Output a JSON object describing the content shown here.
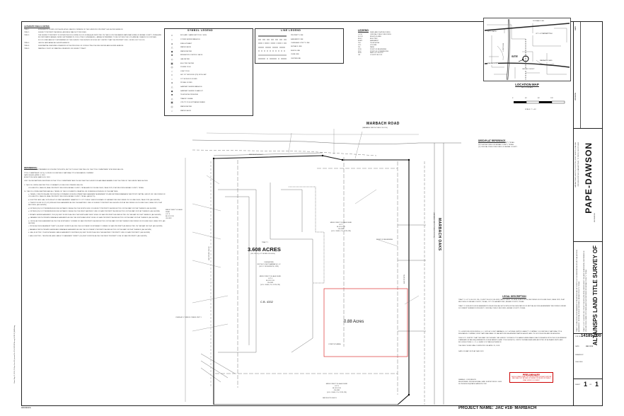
{
  "notes": {
    "title": "ALTA/NSPS TABLE A NOTES:",
    "items": [
      {
        "id": "ITEM 1:",
        "text": "MONUMENTS FOUND OR PLACED AT ALL MAJOR CORNERS OF THE SURVEYED PROPERTY AS SHOWN HEREON."
      },
      {
        "id": "ITEM 2:",
        "text": "SUBJECT PROPERTY ADDRESS: ADDRESS WAS NOT PROVIDED."
      },
      {
        "id": "ITEM 3:",
        "text": "THE SUBJECT PROPERTY IS WITHIN THE FOLLOWING FLOOD ZONE(S) AS DEPICTED ON THE FLOOD INSURANCE RATE MAP (FIRM) OF BEXAR COUNTY, TEXAS AND INCORPORATED AREAS, DATED SEPTEMBER 29, 2010: ZONE X (UNSHADED) - AREAS DETERMINED TO BE OUTSIDE THE 0.2% ANNUAL CHANCE FLOODPLAIN."
      },
      {
        "id": "",
        "text": "FLOOD LINES ARE NOT DETERMINED BY THIS SURVEY. THE SURVEYOR DOES NOT CERTIFY THAT THE PROPERTY WILL OR WILL NOT FLOOD."
      },
      {
        "id": "ITEM 4:",
        "text": "GROSS LAND AREA: AS SHOWN HEREON."
      },
      {
        "id": "ITEM 8:",
        "text": "SUBSTANTIAL FEATURES OBSERVED IN THE PROCESS OF CONDUCTING THE FIELDWORK ARE SHOWN HEREON."
      },
      {
        "id": "ITEM 9:",
        "text": "PARKING COUNT: NO PARKING OBSERVED ON SUBJECT TRACT."
      }
    ]
  },
  "symbol_legend": {
    "title": "SYMBOL LEGEND",
    "items": [
      "BOLLARD / HANDICAP POLE / SIGN",
      "STORM SEWER MANHOLE",
      "FIRE HYDRANT",
      "WATER VALVE",
      "WATER METER",
      "IRRIGATION CONTROL VALVE",
      "GAS METER",
      "ELECTRIC METER",
      "POWER POLE",
      "LIGHT POLE",
      "SET 1/2\" IRON ROD (PD) WITH CAP",
      "1/2\" IRON ROD FOUND",
      "PK NAIL FOUND",
      "SANITARY SEWER MANHOLE",
      "SANITARY SEWER CLEANOUT",
      "TELEPHONE PEDESTAL",
      "TRAFFIC SIGNAL",
      "UTILITY POLE W/TRANSFORMER",
      "WATER METER",
      "WATER VALVE"
    ]
  },
  "line_legend": {
    "title": "LINE LEGEND",
    "items": [
      "PROPERTY LINE",
      "EASEMENT LINE",
      "OVERHEAD UTILITY LINE",
      "SETBACK LINE",
      "FENCE LINE",
      "CURB LINE",
      "CENTERLINE"
    ]
  },
  "abbrev_legend": {
    "title": "LEGEND",
    "items": [
      [
        "D.P.R.",
        "DEED AND PLAT RECORDS"
      ],
      [
        "O.P.R.",
        "OFFICIAL PUBLIC RECORDS"
      ],
      [
        "R.O.W.",
        "RIGHT-OF-WAY"
      ],
      [
        "ELEC.",
        "ELECTRIC"
      ],
      [
        "ESMT.",
        "EASEMENT"
      ],
      [
        "TEL.",
        "TELEPHONE"
      ],
      [
        "VOL.",
        "VOLUME"
      ],
      [
        "PG.",
        "PAGE"
      ],
      [
        "POB",
        "POINT OF BEGINNING"
      ],
      [
        "POC",
        "POINT OF COMMENCING"
      ],
      [
        "NCB",
        "NEW CITY BLOCK"
      ],
      [
        "CB",
        "COUNTY BLOCK"
      ]
    ]
  },
  "location_map": {
    "labels": {
      "potranco": "POTRANCO RD",
      "city_limits": "CITY LIMITS",
      "city_sa": "CITY OF SAN ANTONIO",
      "site": "SITE",
      "bexar": "BEXAR COUNTY",
      "marbach_oaks": "MARBACH OAKS",
      "loop": "LOOP 1604",
      "marbach_rd": "MARBACH RD"
    },
    "title": "LOCATION MAP",
    "subtitle": "NOT-TO-SCALE"
  },
  "scale": {
    "ticks": [
      "0'",
      "40'",
      "80'",
      "120'"
    ],
    "text": "SCALE: 1\" = 40'"
  },
  "references": {
    "title": "REFERENCES:",
    "intro": "THIS SURVEY WAS PREPARED IN CONJUNCTION WITH, BUT NOT SOLELY RELYING ON, THE TITLE COMMITMENT SPECIFIED BELOW:",
    "commitment": [
      "TITLE COMMITMENT:  GF No. 1015549    OLD REPUBLIC NATIONAL TITLE INSURANCE COMPANY",
      "DATE ISSUED:  APRIL 9, 2019",
      "EFFECTIVE DATE: MARCH 26, 2019"
    ],
    "note": "ONLY THOSE MATTERS IDENTIFIED IN THE TITLE COMMITMENT AND THOSE THAT THE SURVEYOR HAS MADE AWARE OF AT THE TIME OF THE SURVEY ARE SHOWN.",
    "sched": [
      "1.  THE FOLLOWING RESTRICTIVE COVENANTS OF RECORD ITEMIZED BELOW:",
      "VOLUME 9716, PAGE 98, REAL PROPERTY RECORDS BEXAR COUNTY, TEXAS AND IN VOLUME 20001, PAGE 2378, PLAT RECORDS BEXAR COUNTY, TEXAS.",
      "10.  THE FOLLOWING MATTERS AND ALL TERMS OF THE DOCUMENTS CREATING OR OFFERING EVIDENCE OF THE MATTERS:",
      "a.  TERMS, CONDITIONS AND PROVISIONS CONTAINED IN DEVELOPMENT AND EASEMENT AGREEMENT BY AND BETWEEN MARBACH WESTPORT CAPITAL GROUP, INC. RECORDED IN VOLUME 9716, PAGE 98, REAL PROPERTY RECORDS BEXAR COUNTY, TEXAS. (AFFECTS)",
      "b.  ELECTRIC AND GAS, WITH RIGHT OF WAY EASEMENT GRANTED TO CITY PUBLIC SERVICE BOARD OF SAN ANTONIO RECORDED IN VOLUME 20001, PAGE 2378. (AS SHOWN)",
      "c.  TWENTY-FOUR FOOT (24') WIDE ACCESS EASEMENT ALONG THE EASTERLY LINE OF SUBJECT PROPERTY AS SHOWN ON PLAT RECORDED IN VOLUME 20001, PAGE 2378, PLAT RECORDS. (AS SHOWN)",
      "d.  FIFTEEN (15) FOOT MINIMUM BUILDING SETBACK LINE ALONG THE NORTH SIDE OF SUBJECT PROPERTY, AS REFLECTED ON THE MAP OR PLAT THEREOF. (AS SHOWN)",
      "e.  FIFTEEN (15) FOOT MINIMUM BUILDING SETBACK LINE ALONG THE WEST EASTERLY LINE OF SAID PROPERTY AS REFLECTED ON THE MAP OR PLAT THEREOF. (AS SHOWN)",
      "f.  PRIVATE SEWER EASEMENT, TEN (10) FEET IN WIDTH ALONG THE NORTH AND WEST SIDES OF SAID PROPERTY AS REFLECTED ON THE MAP OR PLAT THEREOF. (AS SHOWN)",
      "g.  VARIABLE WIDTH PRIVATE DRAINAGE EASEMENT ALONG THE NORTH AND WEST SIDES OF SAID PROPERTY AS REFLECTED ON THE MAP OR PLAT THEREOF. (AS SHOWN)",
      "h.  CROSS ACCESS EASEMENT ALONG THE NORTHERLY CORNER OF SAID PROPERTY, AS REFLECTED ON THE MAP OR PLAT THEREOF RECORDED IN VOLUME 20001, PAGE 2378. (AS SHOWN)",
      "i.  CROSS ACCESS EASEMENT THIRTY (30) FEET IN WIDTH ALONG THE SOUTHERLY NORTHEAST CORNER OF SAID PROPERTY AS REFLECTED ON THE MAP OR PLAT. (AS SHOWN)",
      "j.  VARIABLE WIDTH PRIVATE SEWER AND DRAINAGE EASEMENT ALONG THE SOUTHERLY PROPERTY AS REFLECTED ON THE MAP OR PLAT THEREOF. (AS SHOWN)",
      "k.  GAS, ELECTRIC, TELEPHONE AND CABLE EASEMENT FOURTEEN (14) FEET IN WIDTH ALONG THE EASTERLY PROPERTY LINE OF SAID PROPERTY. (AS SHOWN)",
      "l.  GAS, ELECTRIC, TELEPHONE, AND CABLE TV EASEMENT TWENTY (20) FEET IN WIDTH ALONG THE WEST PROPERTY LINE OF SAID PROPERTY. (AS SHOWN)"
    ]
  },
  "deed_ref": {
    "title": "DEED/PLAT REFERENCE",
    "items": [
      "(D) DEED RECORDS OF BEXAR COUNTY, TEXAS",
      "(P) PLAT RECORDS OF BEXAR COUNTY, TEXAS",
      "(O) OFFICIAL PUBLIC RECORDS OF BEXAR COUNTY"
    ]
  },
  "legal": {
    "title": "LEGAL DESCRIPTION",
    "tract1": "TRACT 1:  LOT 6, BLOCK 126, COUNTY BLOCK (CB 4332), MEDIO WEST VILLAGE SUBDIVISION, RECORDED IN VOLUME 20001, PAGE 2378, PLAT RECORDS OF BEXAR COUNTY, TEXAS, CITY OF SAN ANTONIO, BEXAR COUNTY, TEXAS.",
    "tract2": "TRACT 2:  NON-EXCLUSIVE EASEMENT FOR ACCESS AS SET FORTH IN THE DEDICATION OF MUTUAL ACCESS AGREEMENT RECORDED UNDER DOCUMENT NUMBER 20190108372, OFFICIAL PUBLIC RECORDS, BEXAR COUNTY, TEXAS."
  },
  "certification": {
    "text": "TO: HORIZONS WORLDWIDE, LLC, JUST A CLOSET MARBACH, LLC, A TEXAS LIMITED LIABILITY COMPANY, OLD REPUBLIC NATIONAL TITLE INSURANCE COMPANY, FIRST NATIONAL BANK OF SAN ANTONIO AS ADMINISTRATIVE AGENT, AND ITS SUCCESSORS AND/OR ASSIGNS.",
    "text2": "THIS IS TO CERTIFY THAT THIS MAP OR PLAT AND THE SURVEY ON WHICH IT IS BASED WERE MADE IN ACCORDANCE WITH THE 2016 MINIMUM STANDARD DETAIL REQUIREMENTS FOR ALTA/NSPS LAND TITLE SURVEYS, JOINTLY ESTABLISHED AND ADOPTED BY ALTA AND NSPS, AND INCLUDES ITEMS 1, 2, 3, 4, 8 AND 9 OF TABLE A THEREOF.",
    "fieldwork": "THE FIELD WORK WAS COMPLETED ON APRIL 25, 2019.",
    "date_line": "DATE OF MAP OR PLAT:  MAY 2019",
    "stamp": "PRELIMINARY",
    "stamp_sub": "THIS DOCUMENT SHALL NOT BE RECORDED FOR ANY PURPOSE AND SHALL NOT BE USED OR VIEWED OR RELIED UPON AS A FINAL SURVEY DOCUMENT",
    "surveyor": [
      "SHANA D. LONCHESON",
      "REGISTERED PROFESSIONAL LAND SURVEYOR NO. 4663",
      "SLONCHESON@PAPE-DAWSON.COM"
    ]
  },
  "plan": {
    "marbach_road": "MARBACH ROAD",
    "marbach_road_sub": "(VARIABLE WIDTH PUBLIC R.O.W.)",
    "marbach_oaks": "MARBACH OAKS",
    "marbach_oaks_sub": "(VARIABLE WIDTH PUBLIC R.O.W.)",
    "tract_label": "TRACT 1",
    "acres": "3.608 ACRES",
    "acres_sub": "(157,156 SQ. FT. MORE OR LESS)",
    "owner": [
      "3.608 ACRES",
      "JUST A CLOSET MARBACH, LLC",
      "(DOC# 20190099676, OPR)"
    ],
    "lot": [
      "MEDIO WEST VILLAGE SUBD",
      "LOT 6",
      "BLOCK 126",
      "CB 4332",
      "(VOL. 20001, PG. 2378, PR)"
    ],
    "cb": "C.B. 4332",
    "small_acres": "0.88 Acres",
    "adjoiner_n": [
      "MEDIO WEST VILLAGE SUBD",
      "LOT 7",
      "BLOCK 126",
      "CB 4332",
      "(VOL. 20001, PG. 2378, PR)"
    ],
    "adjoiner_s": [
      "MEDIO WEST VILLAGE SUBD",
      "LOT 5",
      "BLOCK 126",
      "CB 4332",
      "(VOL. 20001, PG. 2378, PR)"
    ],
    "adjoiner_w": [
      "MEDIO WEST VILLAGE SUBD",
      "LOT 9",
      "BLOCK 126",
      "CB 4332"
    ],
    "bearing_n": "N89°34'02\"E  291.17'",
    "bearing_s": "N89°34'02\"E  308.15'",
    "bearing_e": "N00°25'58\"W",
    "bearing_w": "S00°25'58\"E  502.41'",
    "overlay": "OVERLAY: 6\" MEDIO CREEK UNIT 1",
    "pob": "POINT OF BEGINNING",
    "compost": "COMPOST AREA"
  },
  "title_block": {
    "company": "PAPE-DAWSON",
    "company_sub": "ENGINEERS",
    "address": "SAN ANTONIO  |  AUSTIN  |  HOUSTON  |  FORT WORTH  |  DALLAS",
    "address2": "2000 NW LOOP 410  |  SAN ANTONIO, TX 78213  |  210.375.9000",
    "survey_title": "ALTA/NSPS LAND TITLE SURVEY OF",
    "survey_desc": "TRACT 1: LOT 6, BLOCK 126, COUNTY BLOCK (CB 4332), MEDIO WEST VILLAGE SUBDIVISION, RECORDED IN VOLUME 20001, PAGE 2378, DEED AND PLAT RECORDS OF BEXAR COUNTY, TEXAS",
    "survey_desc2": "TRACT 2: NON-EXCLUSIVE EASEMENT FOR ACCESS AS SET FORTH IN THE DEDICATION OF MUTUAL ACCESS AGREEMENT, OFFICIAL PUBLIC RECORDS, BEXAR COUNTY, TEXAS",
    "job_no_label": "JOB NO.",
    "job_no": "14185-000",
    "date_label": "DATE",
    "date": "MAY 2019",
    "designer_label": "DRAWN BY",
    "checked_label": "CHECKED",
    "sheet_label": "SHEET",
    "sheet": "1",
    "of": "OF",
    "sheet_total": "1",
    "revision": "REVISION",
    "date_col": "DATE"
  },
  "footer": {
    "reference": "REFERENCE:",
    "project_label": "PROJECT NAME:",
    "project_name": "JAC #18- MARBACH",
    "file_info": "Date: May 13, 2019, 3:54pm  User ID: jbrown  File: P:\\141\\85\\00\\Survey\\14185-00_ALTA.dwg"
  }
}
